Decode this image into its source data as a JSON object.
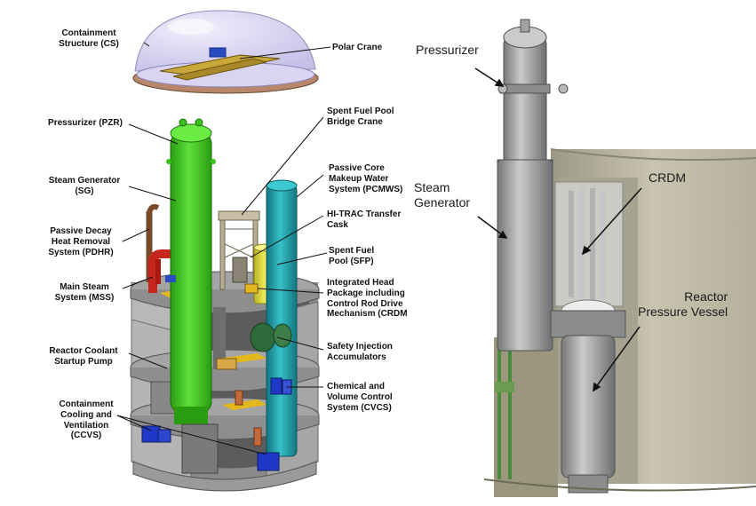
{
  "left_panel": {
    "labels": {
      "containment": "Containment\nStructure (CS)",
      "polar_crane": "Polar Crane",
      "pressurizer": "Pressurizer (PZR)",
      "steam_generator": "Steam Generator\n(SG)",
      "pdhr": "Passive Decay\nHeat Removal\nSystem (PDHR)",
      "mss": "Main Steam\nSystem (MSS)",
      "rc_pump": "Reactor Coolant\nStartup Pump",
      "ccvs": "Containment\nCooling and\nVentilation\n(CCVS)",
      "sfp_crane": "Spent Fuel Pool\nBridge Crane",
      "pcmws": "Passive Core\nMakeup Water\nSystem (PCMWS)",
      "hitrac": "HI-TRAC Transfer\nCask",
      "sfp": "Spent Fuel\nPool (SFP)",
      "ihp": "Integrated Head\nPackage including\nControl Rod Drive\nMechanism (CRDM",
      "sia": "Safety Injection\nAccumulators",
      "cvcs": "Chemical and\nVolume Control\nSystem (CVCS)"
    }
  },
  "right_panel": {
    "labels": {
      "pressurizer": "Pressurizer",
      "steam_generator": "Steam\nGenerator",
      "crdm": "CRDM",
      "rpv": "Reactor\nPressure Vessel"
    }
  },
  "colors": {
    "pressurizer_green": "#39c21a",
    "steam_gen_teal": "#1e9ea6",
    "floor_gray": "#a4a4a4",
    "dome_lavender": "#d9d4f2",
    "spent_fuel_yellow": "#e8e23c",
    "pipe_red": "#c6261c",
    "equipment_blue": "#1f38c8",
    "crane_gold": "#c9a83a",
    "vessel_gray": "#9ea0a2"
  }
}
